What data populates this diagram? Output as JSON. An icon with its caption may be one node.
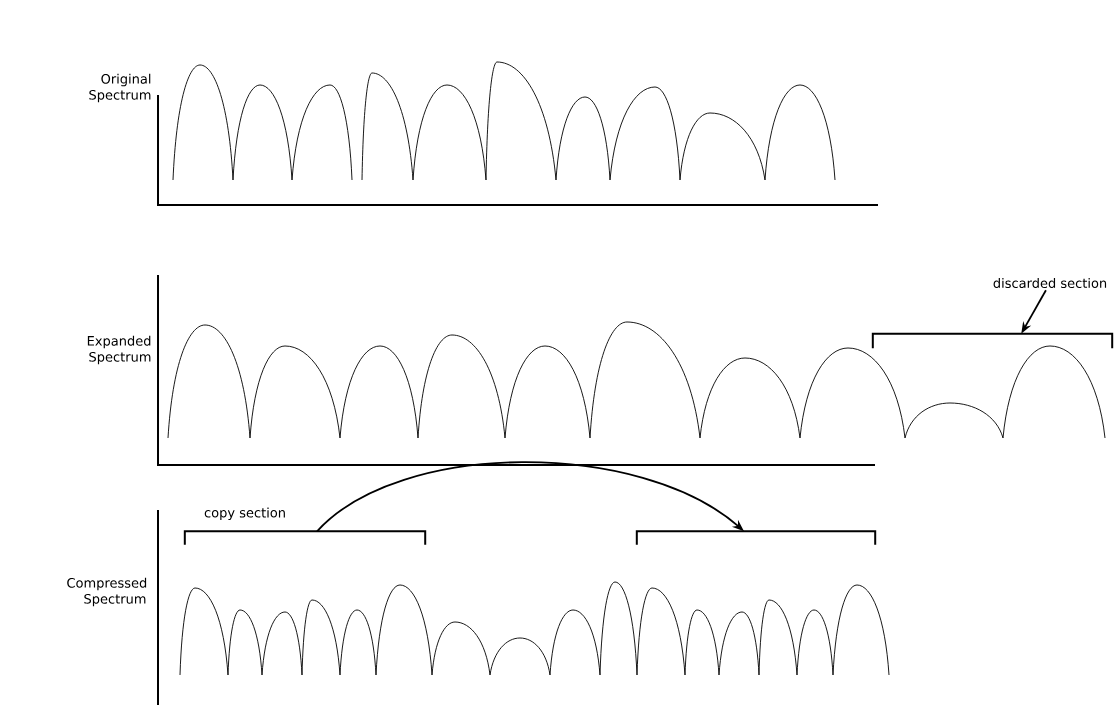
{
  "diagram": {
    "nodes": [
      {
        "text": [
          "discarded section"
        ]
      },
      {
        "text": [],
        "shape": "bracket"
      },
      {
        "text": [],
        "shape": "bracket",
        "beside": [
          "copy section"
        ]
      },
      {
        "text": [],
        "shape": "bracket"
      }
    ],
    "edges": [
      {
        "from": 0,
        "to": 1,
        "arrow": "to"
      },
      {
        "from": 2,
        "to": 3,
        "arrow": "to"
      }
    ],
    "labels": [
      "Original Spectrum",
      "Expanded Spectrum",
      "Compressed Spectrum"
    ]
  }
}
